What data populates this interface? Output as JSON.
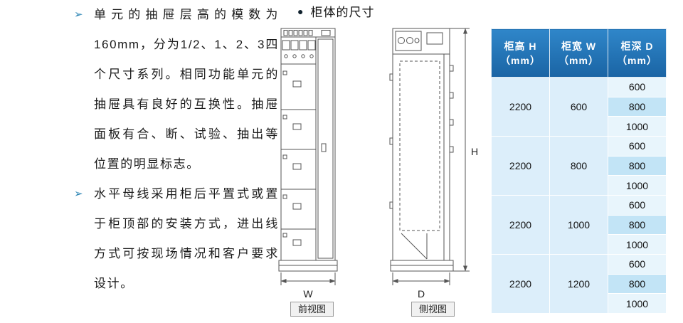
{
  "left_panel": {
    "bullets": [
      {
        "marker": "➢",
        "text": "单元的抽屉层高的模数为160mm，分为1/2、1、2、3四个尺寸系列。相同功能单元的抽屉具有良好的互换性。抽屉面板有合、断、试验、抽出等位置的明显标志。"
      },
      {
        "marker": "➢",
        "text": "水平母线采用柜后平置式或置于柜顶部的安装方式，进出线方式可按现场情况和客户要求设计。"
      }
    ]
  },
  "section_title": {
    "bullet": "●",
    "text": "柜体的尺寸"
  },
  "diagrams": {
    "front_view_caption": "前视图",
    "side_view_caption": "侧视图",
    "width_label": "W",
    "depth_label": "D",
    "height_label": "H"
  },
  "table": {
    "headers": [
      "柜高 H\n（mm）",
      "柜宽 W\n（mm）",
      "柜深 D\n（mm）"
    ],
    "groups": [
      {
        "h": "2200",
        "w": "600",
        "d": [
          "600",
          "800",
          "1000"
        ]
      },
      {
        "h": "2200",
        "w": "800",
        "d": [
          "600",
          "800",
          "1000"
        ]
      },
      {
        "h": "2200",
        "w": "1000",
        "d": [
          "600",
          "800",
          "1000"
        ]
      },
      {
        "h": "2200",
        "w": "1200",
        "d": [
          "600",
          "800",
          "1000"
        ]
      }
    ]
  },
  "colors": {
    "header_bg": "#1f6fb5",
    "row_light": "#e8f5fc",
    "row_medium": "#c2e4f6",
    "row_merged": "#dceefa",
    "bullet_color": "#2e86b5",
    "line_color": "#555555"
  }
}
